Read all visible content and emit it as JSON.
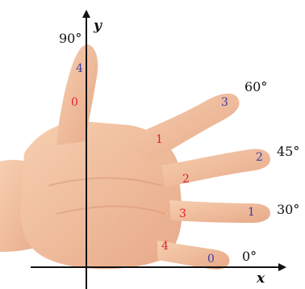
{
  "axes": {
    "x_label": "x",
    "y_label": "y"
  },
  "angles": {
    "deg0": "0°",
    "deg30": "30°",
    "deg45": "45°",
    "deg60": "60°",
    "deg90": "90°"
  },
  "counts": {
    "red": {
      "thumb": "0",
      "index": "1",
      "middle": "2",
      "ring": "3",
      "pinky": "4"
    },
    "blue": {
      "thumb": "4",
      "index": "3",
      "middle": "2",
      "ring": "1",
      "pinky": "0"
    }
  },
  "colors": {
    "red": "#e0202a",
    "blue": "#3a3aa8",
    "skin": "#f2c2a0",
    "skin_shadow": "#dd9c7c",
    "axis": "#111111"
  }
}
